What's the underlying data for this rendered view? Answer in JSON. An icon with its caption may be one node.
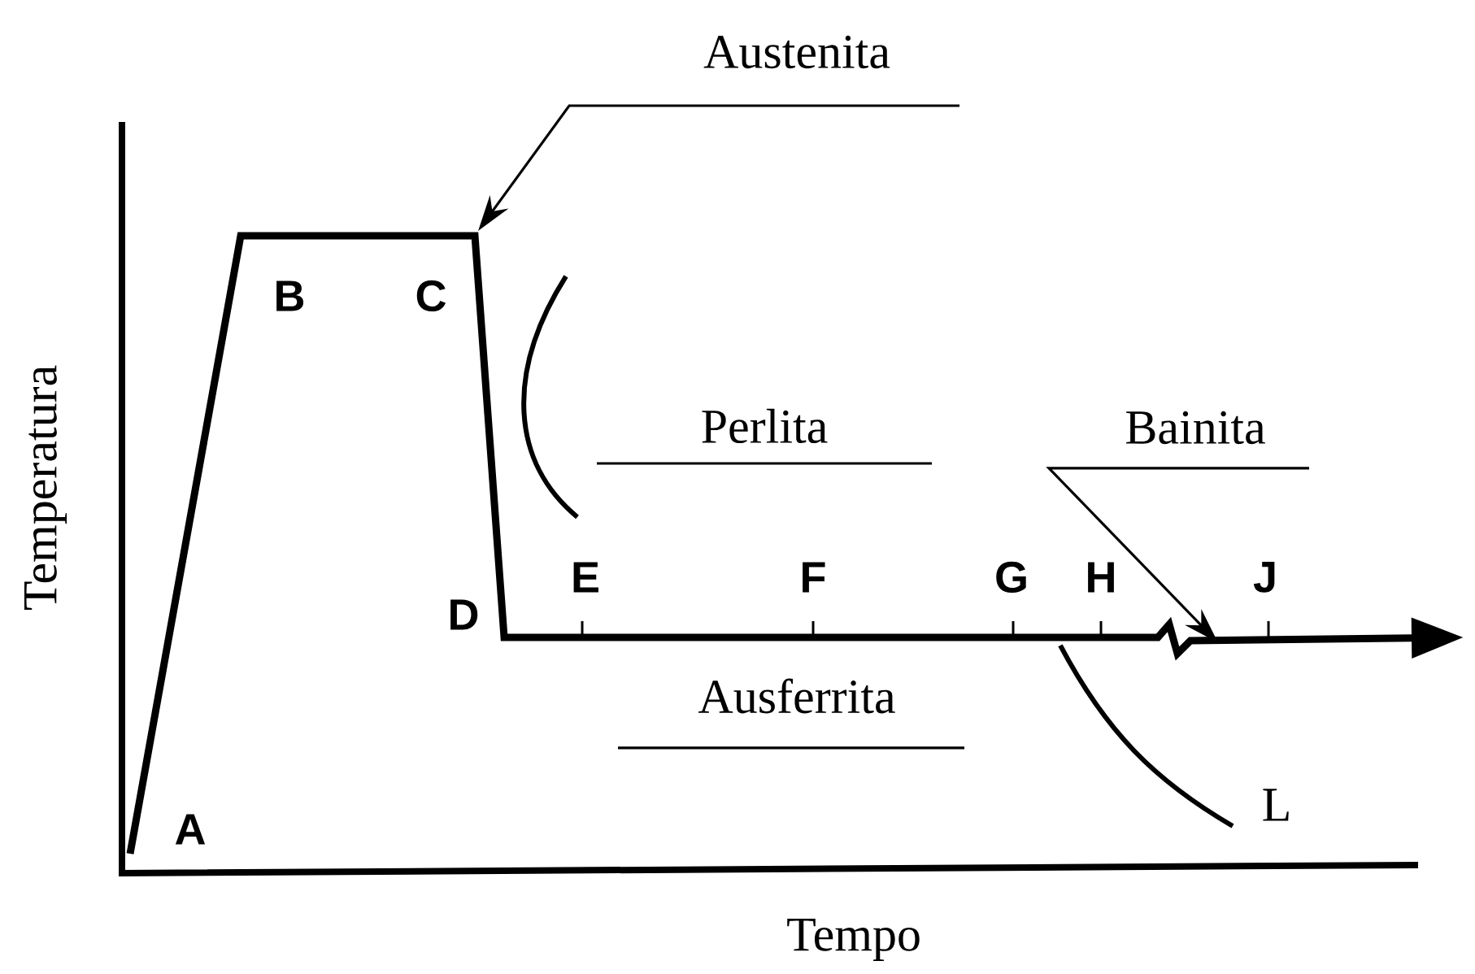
{
  "diagram": {
    "nodes": [
      {
        "text": [
          "Austenita"
        ]
      },
      {
        "text": [
          "Bainita"
        ]
      },
      {
        "text": [],
        "shape": "curve"
      }
    ],
    "edges": [
      {
        "from": 0,
        "to": null,
        "arrow": "to"
      },
      {
        "from": 1,
        "to": 2,
        "arrow": "to"
      }
    ],
    "labels": [
      "B",
      "C",
      "Temperatura",
      "Perlita",
      "E",
      "F",
      "G",
      "H",
      "J",
      "D",
      "Ausferrita",
      "A",
      "L",
      "Tempo"
    ]
  }
}
